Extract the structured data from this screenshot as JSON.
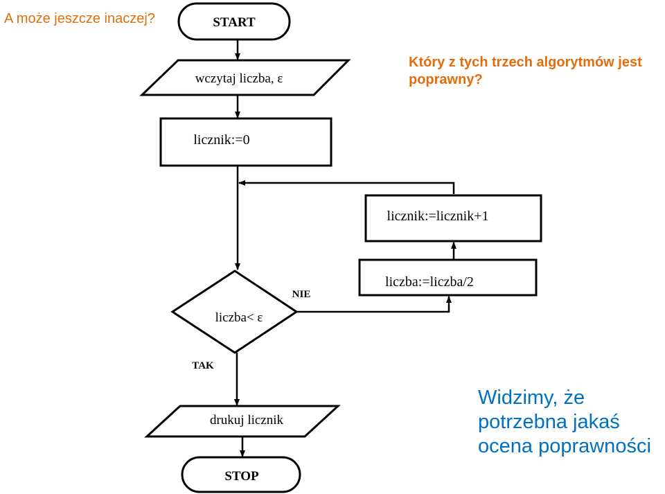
{
  "slide": {
    "title": "A może jeszcze inaczej?",
    "question": "Który z tych trzech algorytmów jest poprawny?",
    "conclusion": "Widzimy, że potrzebna jakaś ocena poprawności"
  },
  "flowchart": {
    "start": "START",
    "input": "wczytaj liczba, ε",
    "init": "licznik:=0",
    "increment": "licznik:=licznik+1",
    "condition": "liczba< ε",
    "no_label": "NIE",
    "halve": "liczba:=liczba/2",
    "yes_label": "TAK",
    "output": "drukuj licznik",
    "stop": "STOP"
  },
  "colors": {
    "title": "#e46c0a",
    "question": "#e46c0a",
    "conclusion": "#0070c0",
    "lines": "#000000"
  }
}
